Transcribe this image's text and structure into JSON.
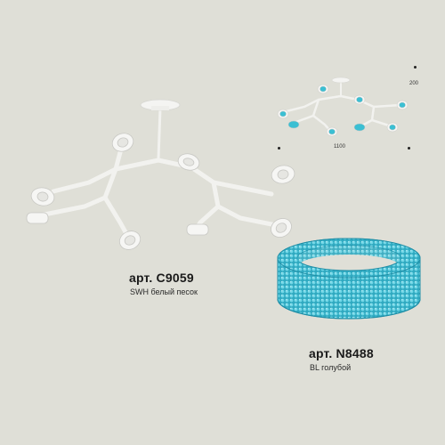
{
  "products": [
    {
      "article": "арт. C9059",
      "description": "SWH белый песок",
      "color_name": "white sand",
      "color_hex": "#f4f4f2"
    },
    {
      "article": "арт. N8488",
      "description": "BL голубой",
      "color_name": "blue",
      "color_hex": "#3bbfd3"
    }
  ],
  "dimensions": {
    "width": "1100",
    "height": "200"
  },
  "colors": {
    "background": "#dfdfd7",
    "fixture_white": "#f5f5f3",
    "fixture_shadow": "#d0d0cc",
    "crystal_blue": "#3bbfd3",
    "crystal_dark": "#1f8ea6"
  }
}
